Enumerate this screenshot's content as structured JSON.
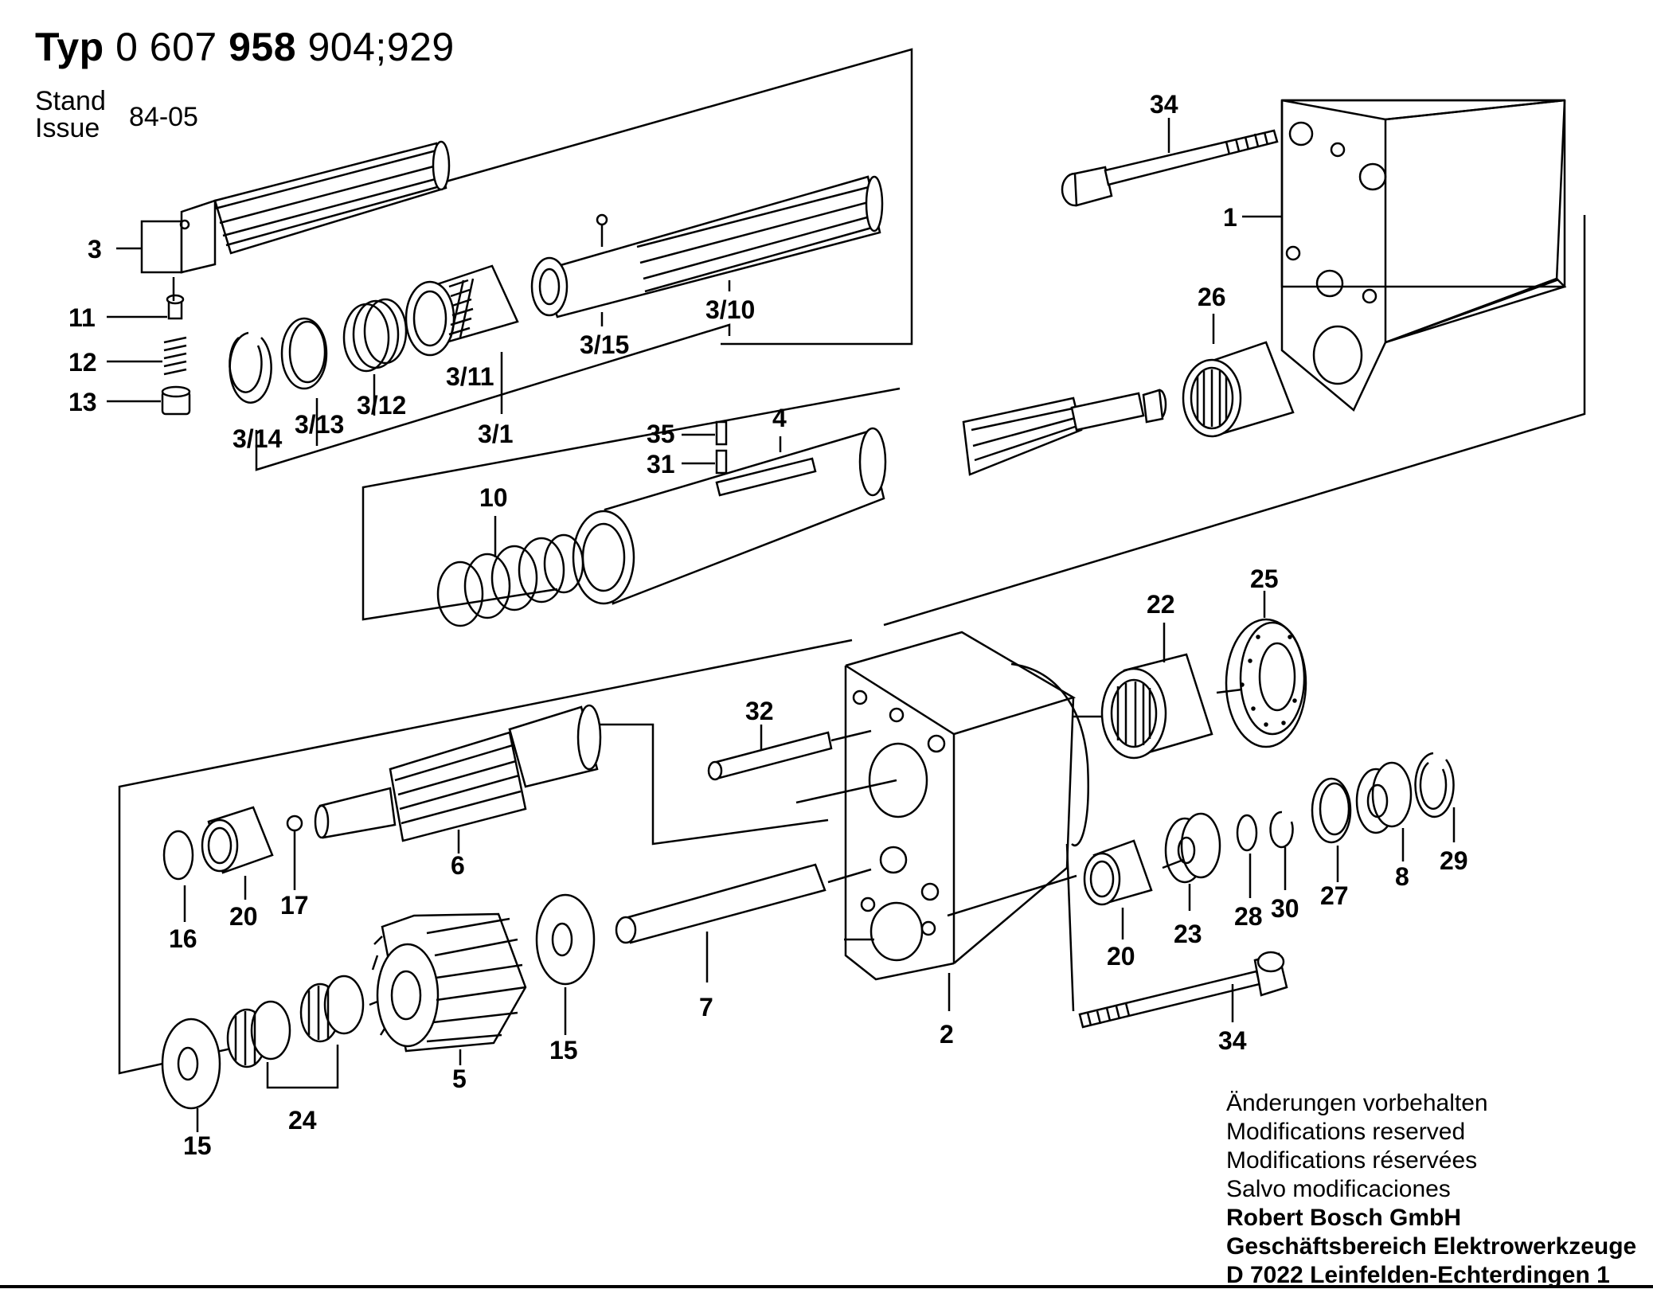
{
  "header": {
    "typ_word": "Typ",
    "typ_num_a": "0 607",
    "typ_num_b": "958",
    "typ_num_c": "904",
    "typ_sep": ";",
    "typ_num_d": "929",
    "stand_label": "Stand",
    "issue_label": "Issue",
    "issue_value": "84-05"
  },
  "labels": {
    "l34a": "34",
    "l1": "1",
    "l3": "3",
    "l11": "11",
    "l12": "12",
    "l13": "13",
    "l3_14": "3/14",
    "l3_13": "3/13",
    "l3_12": "3/12",
    "l3_11": "3/11",
    "l3_1": "3/1",
    "l3_15": "3/15",
    "l3_10": "3/10",
    "l26": "26",
    "l35": "35",
    "l31": "31",
    "l4": "4",
    "l10": "10",
    "l25": "25",
    "l22": "22",
    "l32": "32",
    "l6": "6",
    "l16": "16",
    "l20a": "20",
    "l17": "17",
    "l20b": "20",
    "l23": "23",
    "l28": "28",
    "l30": "30",
    "l27": "27",
    "l8": "8",
    "l29": "29",
    "l5": "5",
    "l15a": "15",
    "l15b": "15",
    "l24": "24",
    "l7": "7",
    "l2": "2",
    "l34b": "34"
  },
  "footer": {
    "line1": "Änderungen vorbehalten",
    "line2": "Modifications reserved",
    "line3": "Modifications réservées",
    "line4": "Salvo modificaciones",
    "company": "Robert Bosch GmbH",
    "division": "Geschäftsbereich Elektrowerkzeuge",
    "address": "D 7022 Leinfelden-Echterdingen 1"
  }
}
